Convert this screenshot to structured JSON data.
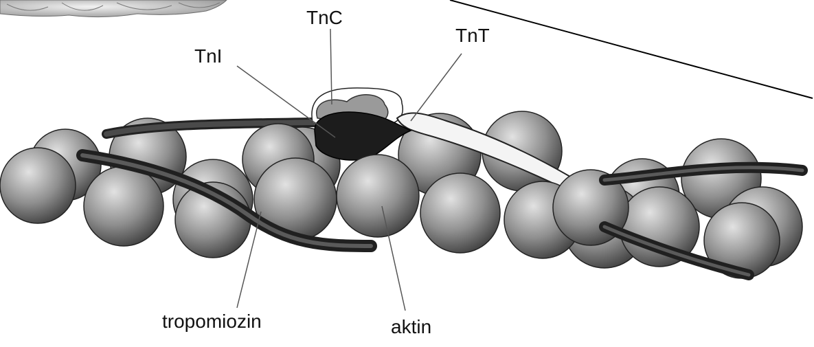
{
  "labels": {
    "tnc": "TnC",
    "tnt": "TnT",
    "tni": "TnI",
    "tropomyosin": "tropomiozin",
    "actin": "aktin"
  },
  "colors": {
    "actin_light": "#e2e2e2",
    "actin_mid": "#8f8f8f",
    "actin_dark": "#3a3a3a",
    "tropomyosin": "#383838",
    "tni": "#1c1c1c",
    "tnc": "#9a9a9a",
    "tnt": "#f4f4f4",
    "leader": "#555555"
  }
}
